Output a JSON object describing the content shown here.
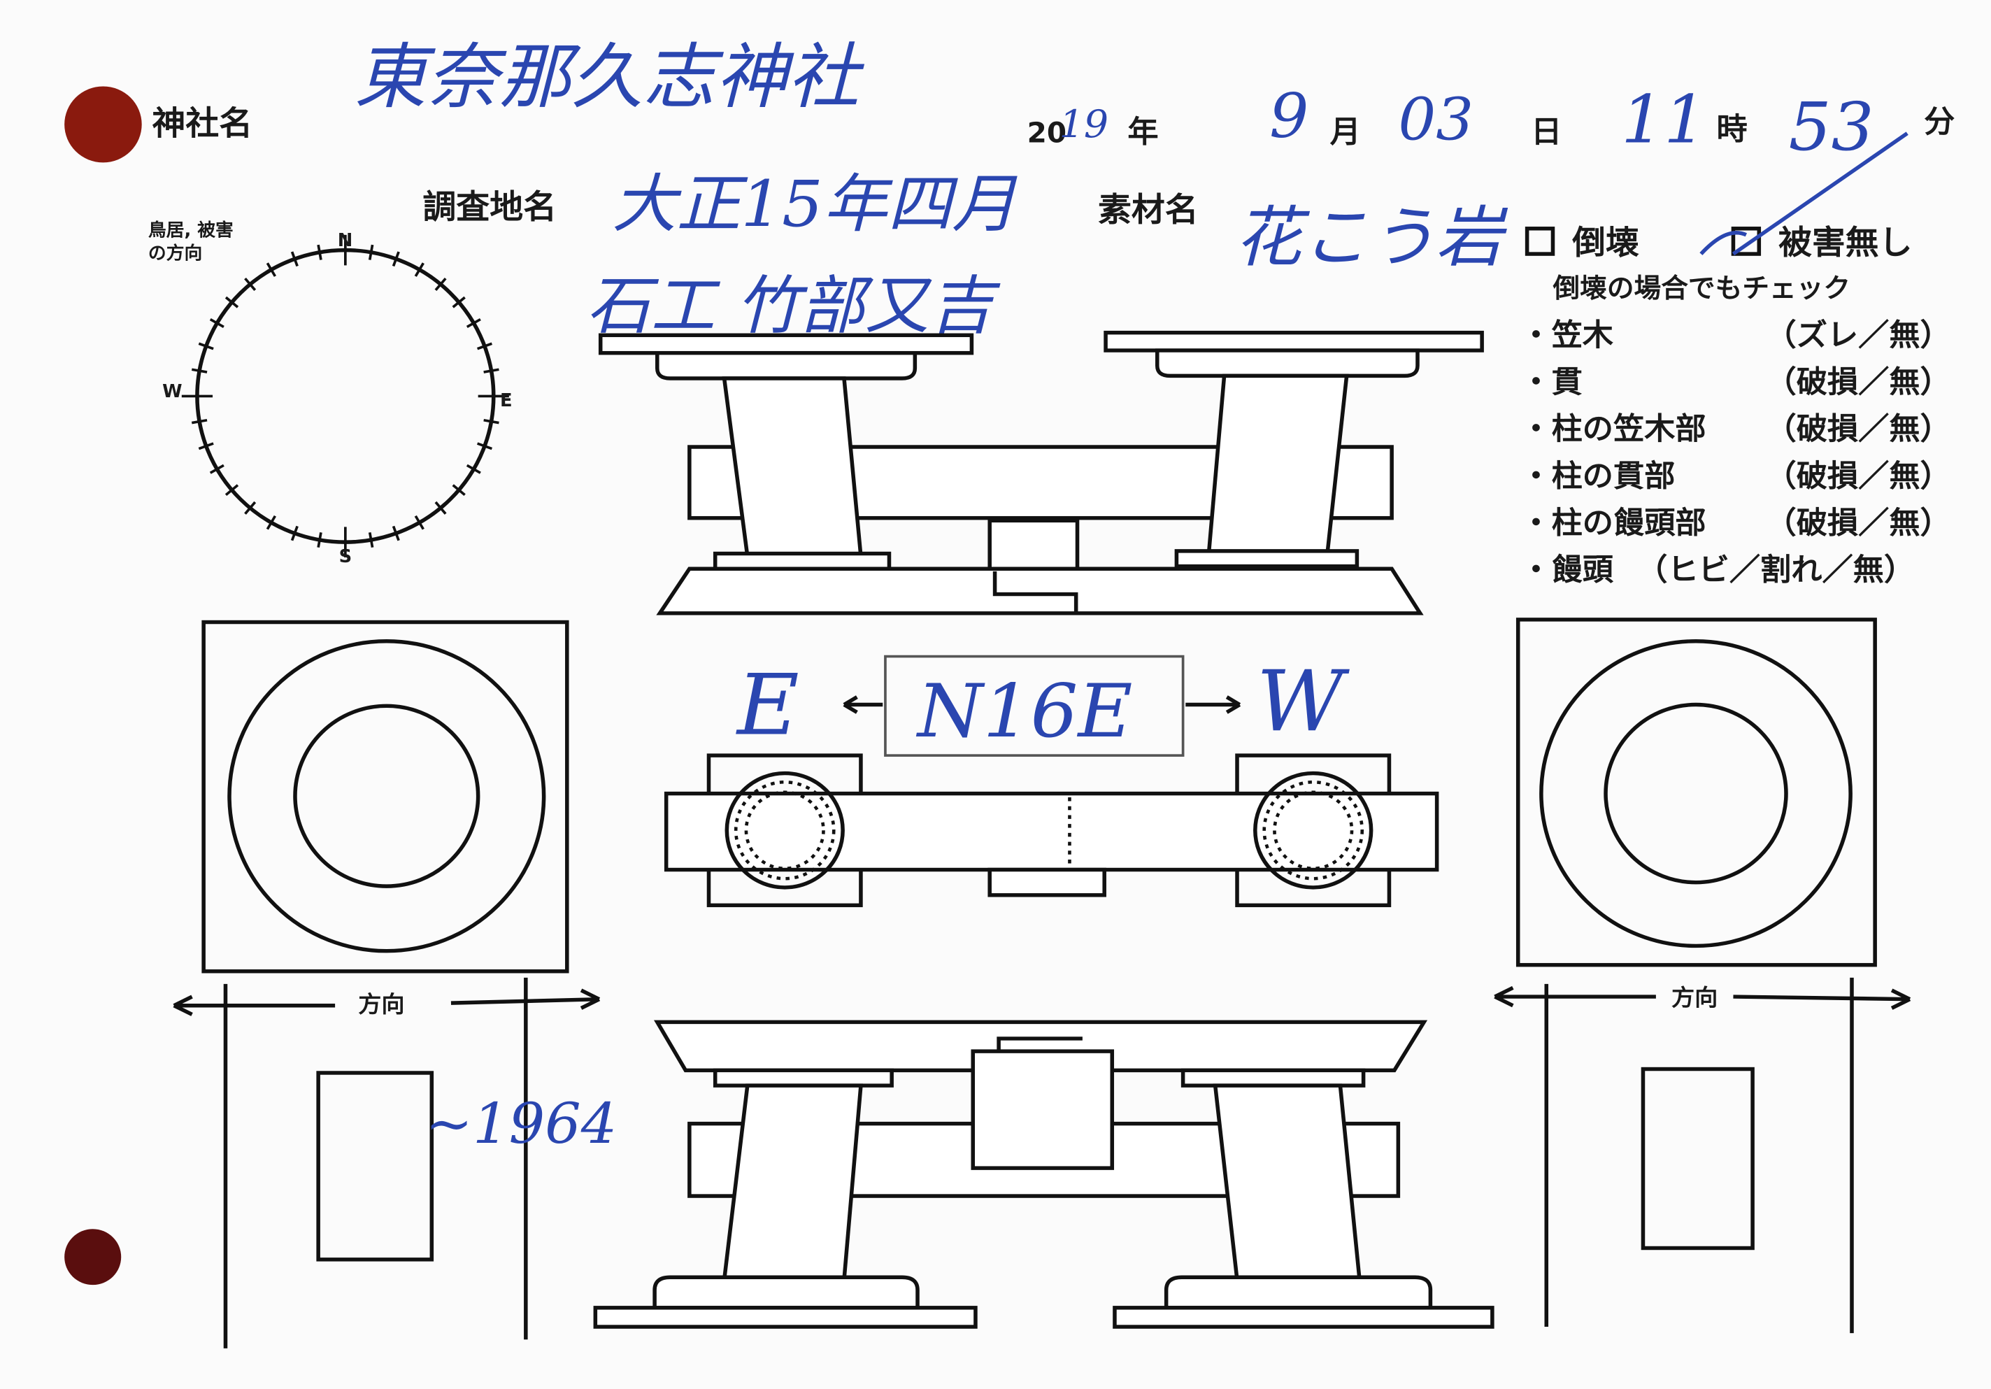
{
  "header": {
    "shrine_label": "神社名",
    "shrine_value": "東奈那久志神社",
    "year_prefix": "20",
    "year_value": "19",
    "year_label": "年",
    "month_value": "9",
    "month_label": "月",
    "day_value": "03",
    "day_label": "日",
    "hour_value": "11",
    "hour_label": "時",
    "minute_value": "53",
    "minute_label": "分",
    "location_label": "調査地名",
    "location_value": "大正15年四月",
    "inscription_value": "石工 竹部又吉",
    "material_label": "素材名",
    "material_value": "花こう岩"
  },
  "compass": {
    "caption_line1": "鳥居, 被害",
    "caption_line2": "の方向",
    "n": "N",
    "e": "E",
    "s": "S",
    "w": "W"
  },
  "damage": {
    "collapse_label": "倒壊",
    "no_damage_label": "被害無し",
    "note": "倒壊の場合でもチェック",
    "items": [
      {
        "part": "・笠木",
        "options": "（ズレ／無）"
      },
      {
        "part": "・貫",
        "options": "（破損／無）"
      },
      {
        "part": "・柱の笠木部",
        "options": "（破損／無）"
      },
      {
        "part": "・柱の貫部",
        "options": "（破損／無）"
      },
      {
        "part": "・柱の饅頭部",
        "options": "（破損／無）"
      },
      {
        "part": "・饅頭",
        "options": "（ヒビ／割れ／無）"
      }
    ]
  },
  "diagram": {
    "orientation_value": "N16E",
    "left_direction": "E",
    "right_direction": "W",
    "direction_label": "方向",
    "note_handwritten": "~1964"
  },
  "colors": {
    "ink": "#2a46b0",
    "hole": "#8a1a0e"
  }
}
